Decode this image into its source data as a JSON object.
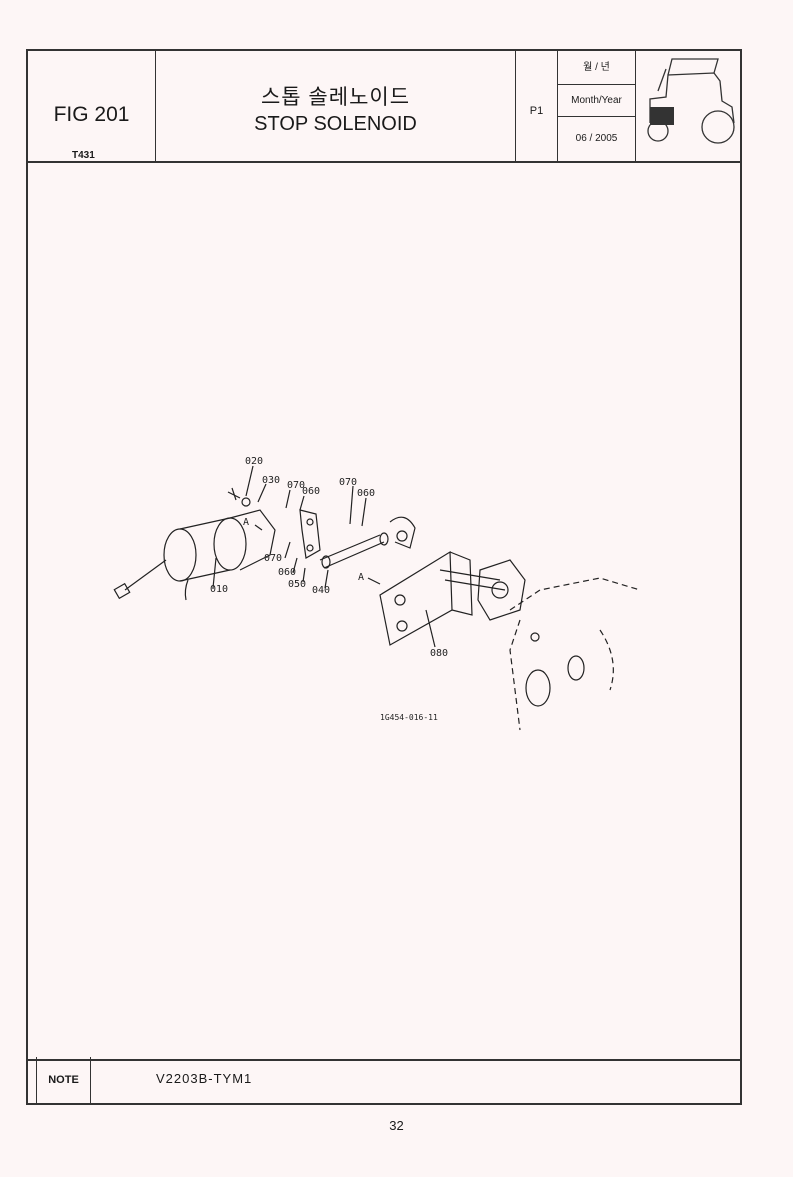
{
  "header": {
    "fig_label": "FIG 201",
    "model_code": "T431",
    "title_ko": "스톱 솔레노이드",
    "title_en": "STOP SOLENOID",
    "page": "P1",
    "date_header_ko": "월 / 년",
    "date_header_en": "Month/Year",
    "date_value": "06 / 2005",
    "thumbnail_icon": "tractor-icon"
  },
  "diagram": {
    "drawing_number": "1G454-016-11",
    "part_labels": [
      "010",
      "020",
      "030",
      "040",
      "050",
      "060",
      "060",
      "060",
      "070",
      "070",
      "070",
      "080",
      "A",
      "A"
    ]
  },
  "note": {
    "label": "NOTE",
    "text": "V2203B-TYM1"
  },
  "footer": {
    "page_number": "32"
  }
}
